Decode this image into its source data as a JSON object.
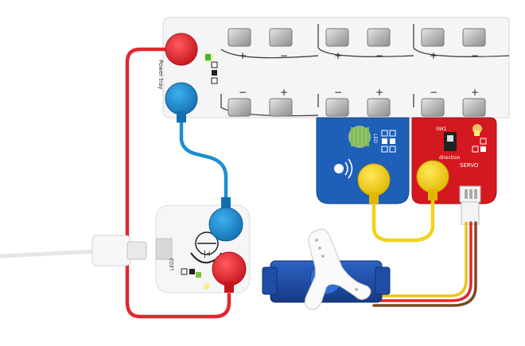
{
  "scene": {
    "power_tray_label": "Power tray",
    "battery_symbol": "-|+",
    "led_module_label": "LED2",
    "sensor_led_label": "LED",
    "switch_label": "SW1",
    "direction_label": "direction",
    "servo_label": "SERVO",
    "plus_sign": "+",
    "minus_sign": "−"
  },
  "colors": {
    "red_wire": "#e3262f",
    "blue_wire": "#1d8fd0",
    "yellow_wire": "#f2d21b",
    "white_board": "#f4f4f4",
    "blue_board": "#1e5fb8",
    "red_board": "#d4181f",
    "servo_body": "#1f4fa8"
  },
  "icons": [
    "battery-symbol-icon",
    "sound-wave-icon",
    "led-indicator-icon"
  ]
}
